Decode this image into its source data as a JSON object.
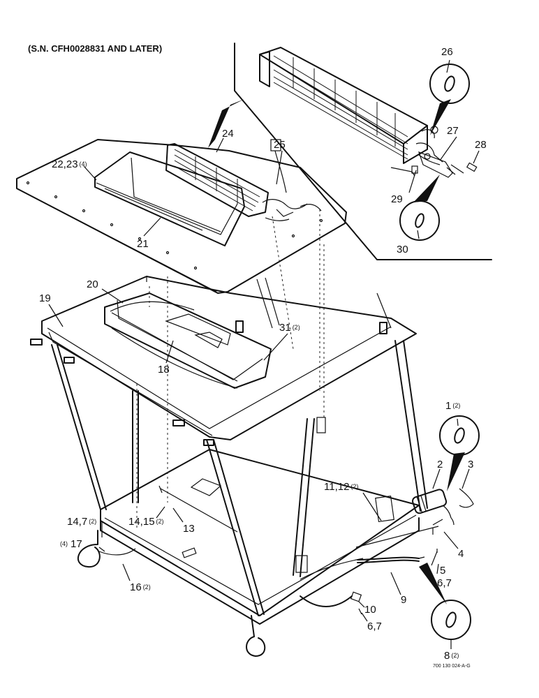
{
  "title": "(S.N. CFH0028831 AND LATER)",
  "drawing_number": "700 130 024-A-G",
  "callouts": [
    {
      "id": "c26",
      "num": "26",
      "qty": ""
    },
    {
      "id": "c24",
      "num": "24",
      "qty": ""
    },
    {
      "id": "c25",
      "num": "25",
      "qty": ""
    },
    {
      "id": "c2223",
      "num": "22,23",
      "qty": "(4)"
    },
    {
      "id": "c27",
      "num": "27",
      "qty": ""
    },
    {
      "id": "c28",
      "num": "28",
      "qty": ""
    },
    {
      "id": "c29",
      "num": "29",
      "qty": ""
    },
    {
      "id": "c21",
      "num": "21",
      "qty": ""
    },
    {
      "id": "c30",
      "num": "30",
      "qty": ""
    },
    {
      "id": "c20",
      "num": "20",
      "qty": ""
    },
    {
      "id": "c19",
      "num": "19",
      "qty": ""
    },
    {
      "id": "c31",
      "num": "31",
      "qty": "(2)"
    },
    {
      "id": "c18",
      "num": "18",
      "qty": ""
    },
    {
      "id": "c1",
      "num": "1",
      "qty": "(2)"
    },
    {
      "id": "c2",
      "num": "2",
      "qty": ""
    },
    {
      "id": "c3",
      "num": "3",
      "qty": ""
    },
    {
      "id": "c1112",
      "num": "11,12",
      "qty": "(2)"
    },
    {
      "id": "c147",
      "num": "14,7",
      "qty": "(2)"
    },
    {
      "id": "c1415",
      "num": "14,15",
      "qty": "(2)"
    },
    {
      "id": "c13",
      "num": "13",
      "qty": ""
    },
    {
      "id": "c4",
      "num": "4",
      "qty": ""
    },
    {
      "id": "c17",
      "num": "17",
      "qty": "(4)"
    },
    {
      "id": "c5",
      "num": "5",
      "qty": ""
    },
    {
      "id": "c67a",
      "num": "6,7",
      "qty": ""
    },
    {
      "id": "c16",
      "num": "16",
      "qty": "(2)"
    },
    {
      "id": "c9",
      "num": "9",
      "qty": ""
    },
    {
      "id": "c10",
      "num": "10",
      "qty": ""
    },
    {
      "id": "c67b",
      "num": "6,7",
      "qty": ""
    },
    {
      "id": "c8",
      "num": "8",
      "qty": "(2)"
    }
  ]
}
